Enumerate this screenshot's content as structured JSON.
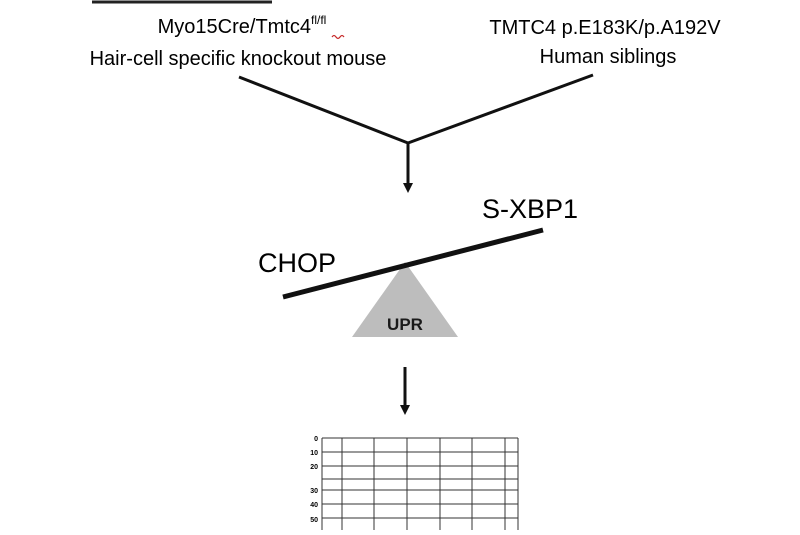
{
  "sources": {
    "left": {
      "title_main": "Myo15Cre/Tmtc4",
      "title_sup": "fl/fl",
      "subtitle": "Hair-cell specific knockout mouse"
    },
    "right": {
      "title": "TMTC4 p.E183K/p.A192V",
      "subtitle": "Human siblings"
    }
  },
  "balance": {
    "left_label": "CHOP",
    "right_label": "S-XBP1",
    "fulcrum_label": "UPR",
    "fulcrum_color": "#bdbdbd"
  },
  "audiogram": {
    "y_ticks": [
      "0",
      "10",
      "20",
      "30",
      "40",
      "50"
    ]
  },
  "colors": {
    "line": "#111111",
    "text": "#000000",
    "squiggle": "#c62828"
  }
}
